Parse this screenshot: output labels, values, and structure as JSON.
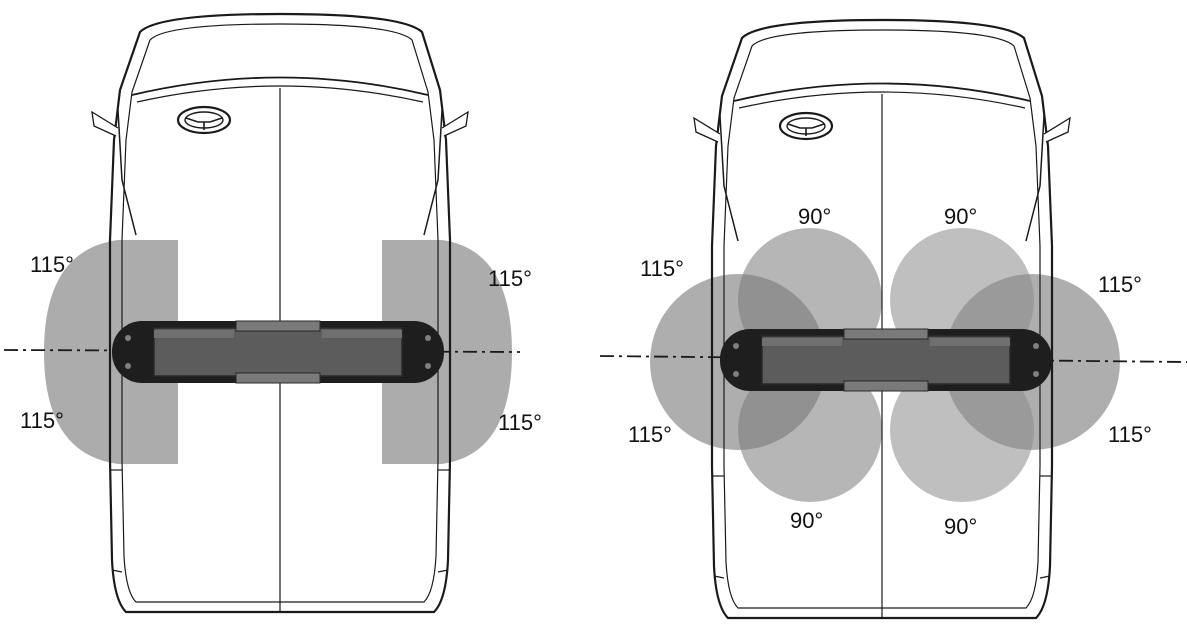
{
  "colors": {
    "background": "#ffffff",
    "outline": "#1a1a1a",
    "coverage_zone": "#9a9a9a",
    "coverage_overlap": "#6f6f6f",
    "lightbar_body": "#5c5c5c",
    "lightbar_end": "#1e1e1e"
  },
  "icons": [
    "car-outline-icon",
    "steering-wheel-icon",
    "side-mirror-icon",
    "light-bar-icon"
  ],
  "left_diagram": {
    "angles": {
      "front_left": "115°",
      "front_right": "115°",
      "rear_left": "115°",
      "rear_right": "115°"
    }
  },
  "right_diagram": {
    "angles": {
      "front_left": "115°",
      "front_right": "115°",
      "rear_left": "115°",
      "rear_right": "115°",
      "front_inner_left": "90°",
      "front_inner_right": "90°",
      "rear_inner_left": "90°",
      "rear_inner_right": "90°"
    }
  }
}
